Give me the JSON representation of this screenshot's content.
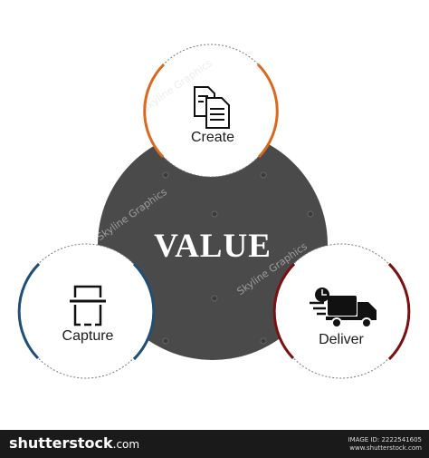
{
  "diagram": {
    "center": {
      "label": "VALUE",
      "color": "#4a4a4a"
    },
    "nodes": [
      {
        "id": "create",
        "label": "Create",
        "icon": "documents-icon",
        "accent": "#d8691e"
      },
      {
        "id": "capture",
        "label": "Capture",
        "icon": "scan-frame-icon",
        "accent": "#1f4e79"
      },
      {
        "id": "deliver",
        "label": "Deliver",
        "icon": "delivery-truck-icon",
        "accent": "#7a1010"
      }
    ]
  },
  "watermark": {
    "text": "Skyline Graphics"
  },
  "footer": {
    "logo": "shutterstock",
    "logo_suffix": ".com",
    "image_id": "IMAGE ID: 2222541605",
    "site": "www.shutterstock.com"
  }
}
